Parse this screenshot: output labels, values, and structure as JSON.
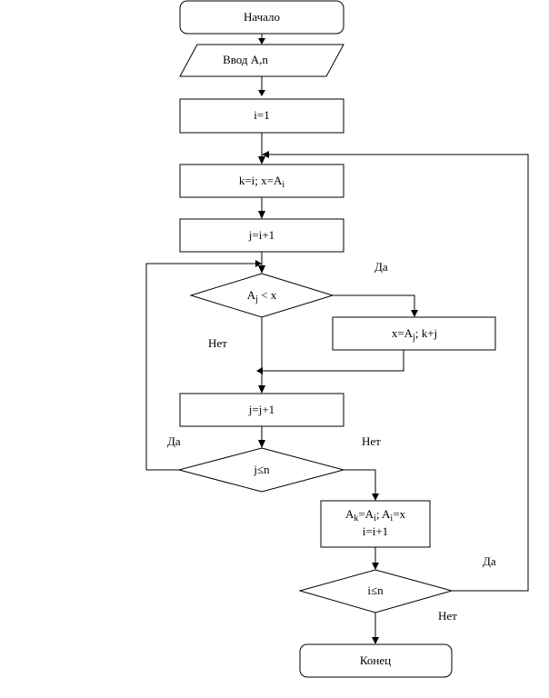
{
  "nodes": {
    "start": "Начало",
    "input": "Ввод A,n",
    "init_i": "i=1",
    "set_kx": {
      "pre": "k=i; x=A",
      "sub": "i"
    },
    "init_j": "j=i+1",
    "cond_aj": {
      "pre": "A",
      "sub": "j",
      "post": " < x"
    },
    "assign_x": {
      "pre": "x=A",
      "sub": "j",
      "post": "; k+j"
    },
    "inc_j": "j=j+1",
    "cond_j": "j≤n",
    "swap": {
      "a": "A",
      "k": "k",
      "mid": "=A",
      "i1": "i",
      "mid2": "; A",
      "i2": "i",
      "end": "=x",
      "line2": "i=i+1"
    },
    "cond_i": "i≤n",
    "end": "Конец"
  },
  "labels": {
    "yes_aj": "Да",
    "no_aj": "Нет",
    "yes_j": "Да",
    "no_j": "Нет",
    "yes_i": "Да",
    "no_i": "Нет"
  }
}
